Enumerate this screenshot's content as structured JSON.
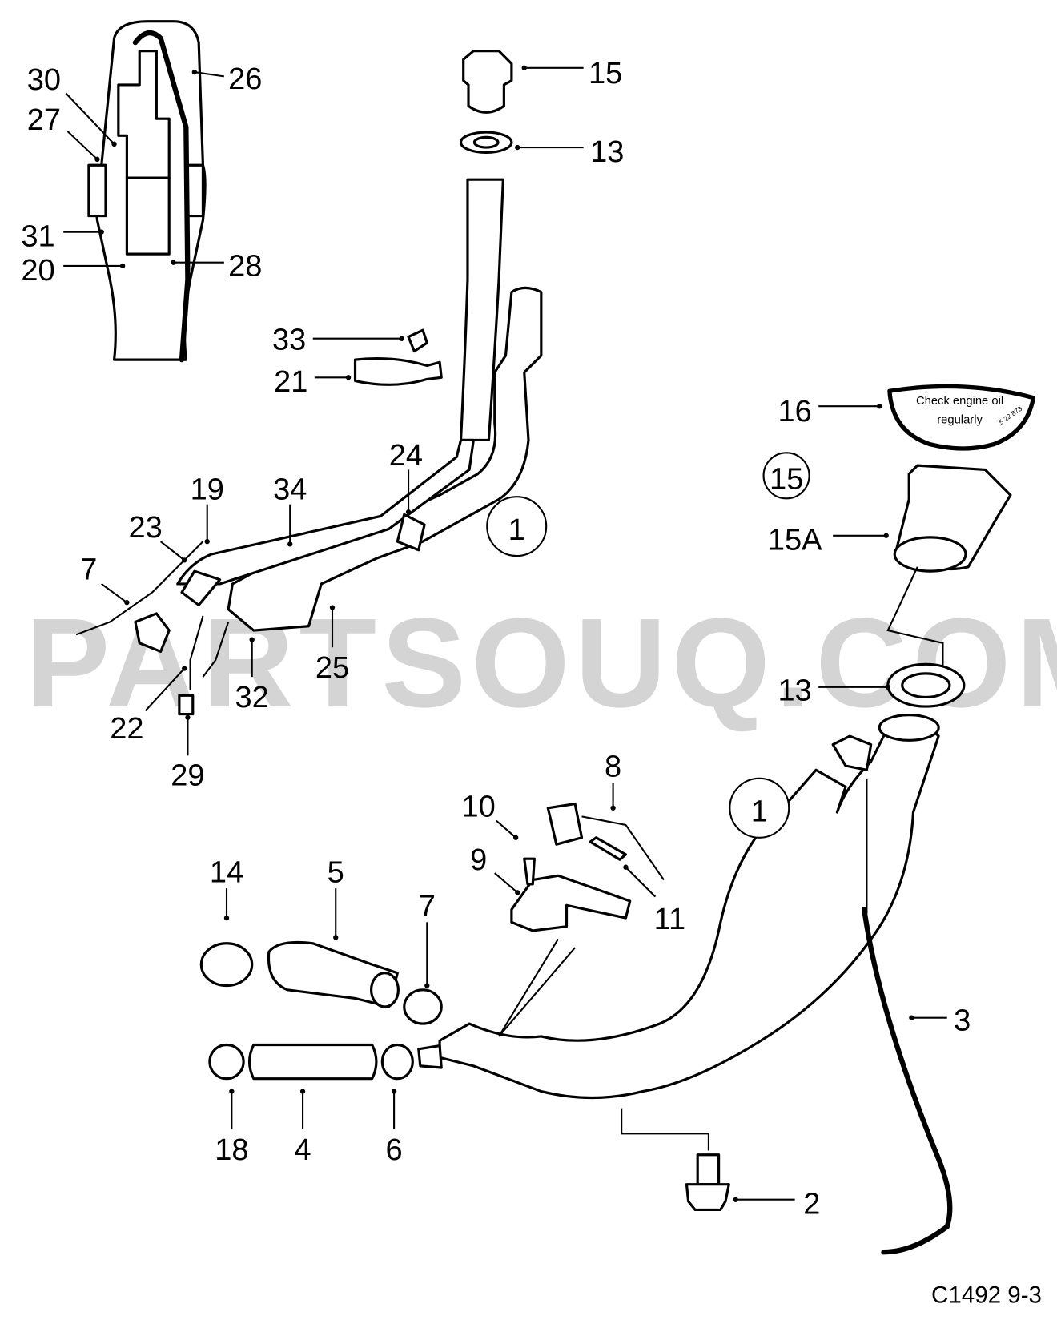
{
  "watermark": "PARTSOUQ.COM",
  "figure_code": "C1492 9-3",
  "decal_text": {
    "line1": "Check engine oil",
    "line2": "regularly",
    "small": "5 22 873"
  },
  "callouts": {
    "c30": "30",
    "c27": "27",
    "c31": "31",
    "c20": "20",
    "c26": "26",
    "c28": "28",
    "c15_top": "15",
    "c13_top": "13",
    "c33": "33",
    "c21": "21",
    "c16": "16",
    "c15_circ": "15",
    "c15A": "15A",
    "c24": "24",
    "c19": "19",
    "c34": "34",
    "c23": "23",
    "c7_top": "7",
    "c1_top": "1",
    "c25": "25",
    "c32": "32",
    "c22": "22",
    "c29": "29",
    "c13_right": "13",
    "c1_bottom": "1",
    "c8": "8",
    "c10": "10",
    "c9": "9",
    "c11": "11",
    "c14": "14",
    "c5": "5",
    "c7_bottom": "7",
    "c3": "3",
    "c18": "18",
    "c4": "4",
    "c6": "6",
    "c2": "2"
  }
}
